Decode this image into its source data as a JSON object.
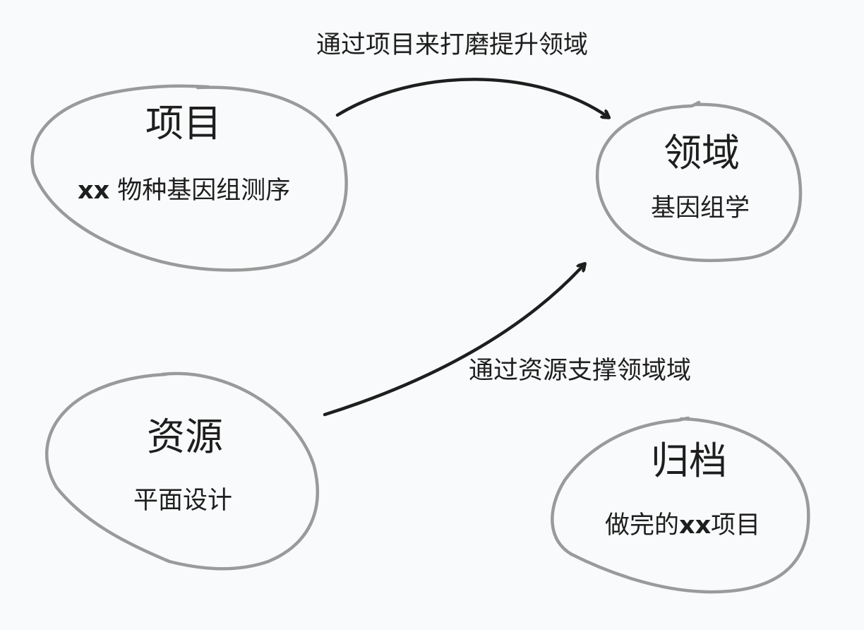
{
  "nodes": {
    "project": {
      "title": "项目",
      "prefix": "xx",
      "subtitle": "物种基因组测序"
    },
    "domain": {
      "title": "领域",
      "subtitle": "基因组学"
    },
    "resource": {
      "title": "资源",
      "subtitle": "平面设计"
    },
    "archive": {
      "title": "归档",
      "subtitle_pre": "做完的",
      "mid": "xx",
      "subtitle_post": "项目"
    }
  },
  "edges": {
    "project_to_domain": "通过项目来打磨提升领域",
    "resource_to_domain": "通过资源支撑领域域"
  },
  "colors": {
    "background": "#f9fafb",
    "stroke": "#9a9a9a",
    "ink": "#1e1e1e"
  }
}
